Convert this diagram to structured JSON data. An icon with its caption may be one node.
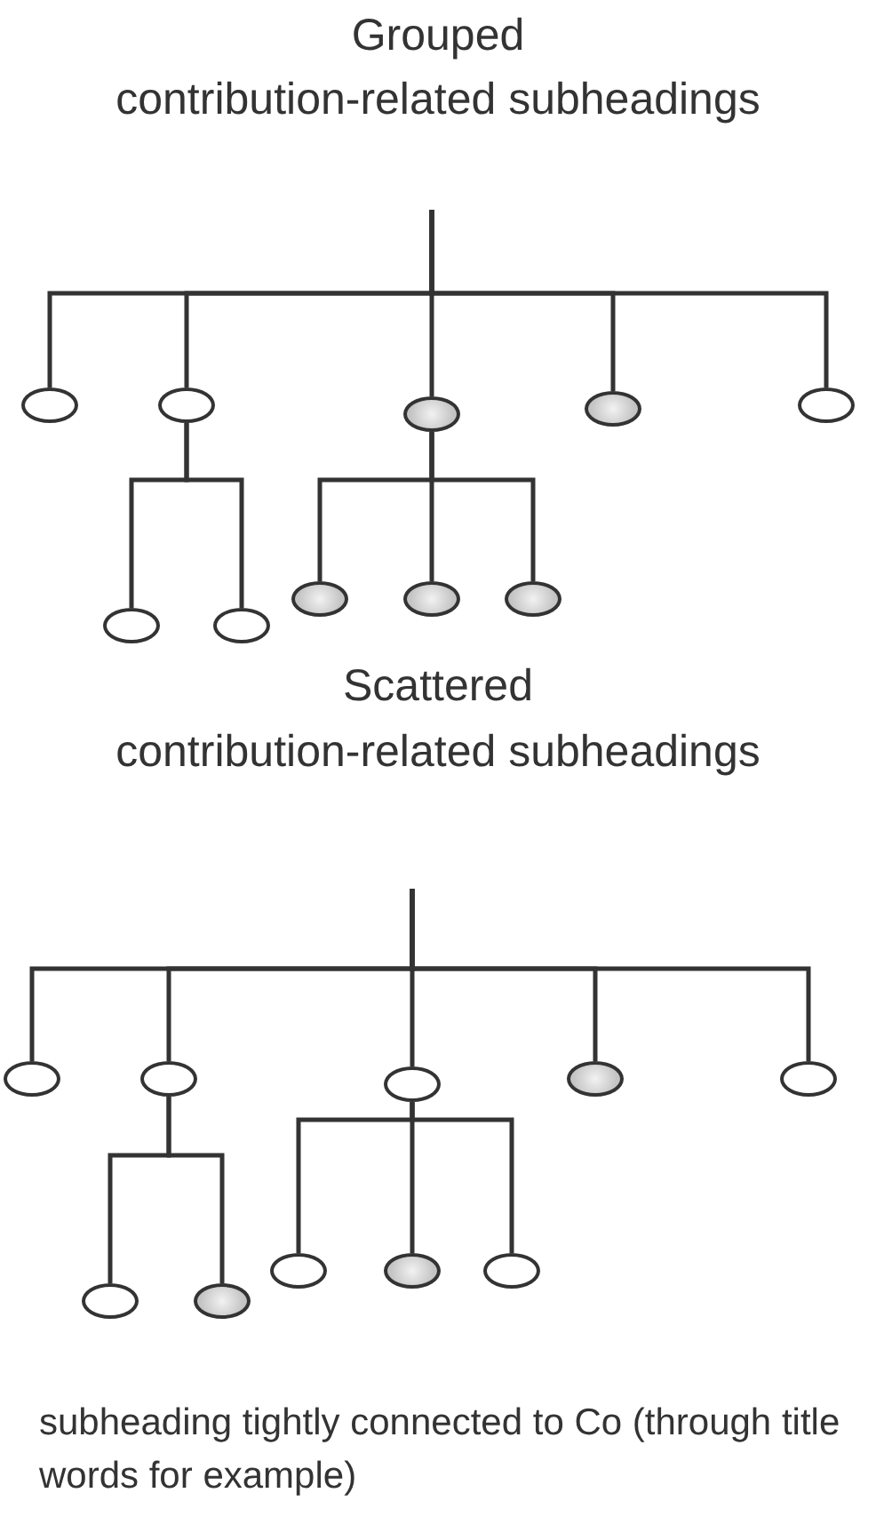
{
  "diagram": {
    "nodes": [
      {
        "text": [],
        "shape": "ellipse"
      },
      {
        "text": [],
        "shape": "ellipse"
      },
      {
        "text": [],
        "shape": "ellipse"
      },
      {
        "text": [],
        "shape": "ellipse"
      },
      {
        "text": [],
        "shape": "ellipse"
      },
      {
        "text": [],
        "shape": "ellipse"
      },
      {
        "text": [],
        "shape": "ellipse"
      },
      {
        "text": [],
        "shape": "ellipse"
      },
      {
        "text": [],
        "shape": "ellipse"
      },
      {
        "text": [],
        "shape": "ellipse"
      },
      {
        "text": [],
        "shape": "ellipse"
      },
      {
        "text": [],
        "shape": "ellipse"
      },
      {
        "text": [],
        "shape": "ellipse"
      },
      {
        "text": [],
        "shape": "ellipse"
      },
      {
        "text": [],
        "shape": "ellipse"
      },
      {
        "text": [],
        "shape": "ellipse"
      },
      {
        "text": [],
        "shape": "ellipse"
      },
      {
        "text": [],
        "shape": "ellipse"
      },
      {
        "text": [],
        "shape": "ellipse"
      },
      {
        "text": [],
        "shape": "ellipse"
      }
    ],
    "edges": [
      {
        "from": null,
        "to": 0,
        "arrow": "none"
      },
      {
        "from": null,
        "to": 1,
        "arrow": "none"
      },
      {
        "from": null,
        "to": 2,
        "arrow": "none"
      },
      {
        "from": null,
        "to": 3,
        "arrow": "none"
      },
      {
        "from": null,
        "to": 4,
        "arrow": "none"
      },
      {
        "from": 1,
        "to": 5,
        "arrow": "none"
      },
      {
        "from": 1,
        "to": 6,
        "arrow": "none"
      },
      {
        "from": 2,
        "to": 7,
        "arrow": "none"
      },
      {
        "from": 2,
        "to": 8,
        "arrow": "none"
      },
      {
        "from": 2,
        "to": 9,
        "arrow": "none"
      },
      {
        "from": null,
        "to": 10,
        "arrow": "none"
      },
      {
        "from": null,
        "to": 11,
        "arrow": "none"
      },
      {
        "from": null,
        "to": 12,
        "arrow": "none"
      },
      {
        "from": null,
        "to": 13,
        "arrow": "none"
      },
      {
        "from": null,
        "to": 14,
        "arrow": "none"
      },
      {
        "from": 11,
        "to": 15,
        "arrow": "none"
      },
      {
        "from": 11,
        "to": 16,
        "arrow": "none"
      },
      {
        "from": 12,
        "to": 17,
        "arrow": "none"
      },
      {
        "from": 12,
        "to": 18,
        "arrow": "none"
      },
      {
        "from": 12,
        "to": 19,
        "arrow": "none"
      }
    ],
    "labels": [
      "Grouped",
      "contribution-related subheadings",
      "Scattered",
      "contribution-related subheadings",
      "subheading tightly connected to Co (through title words for example)"
    ]
  }
}
